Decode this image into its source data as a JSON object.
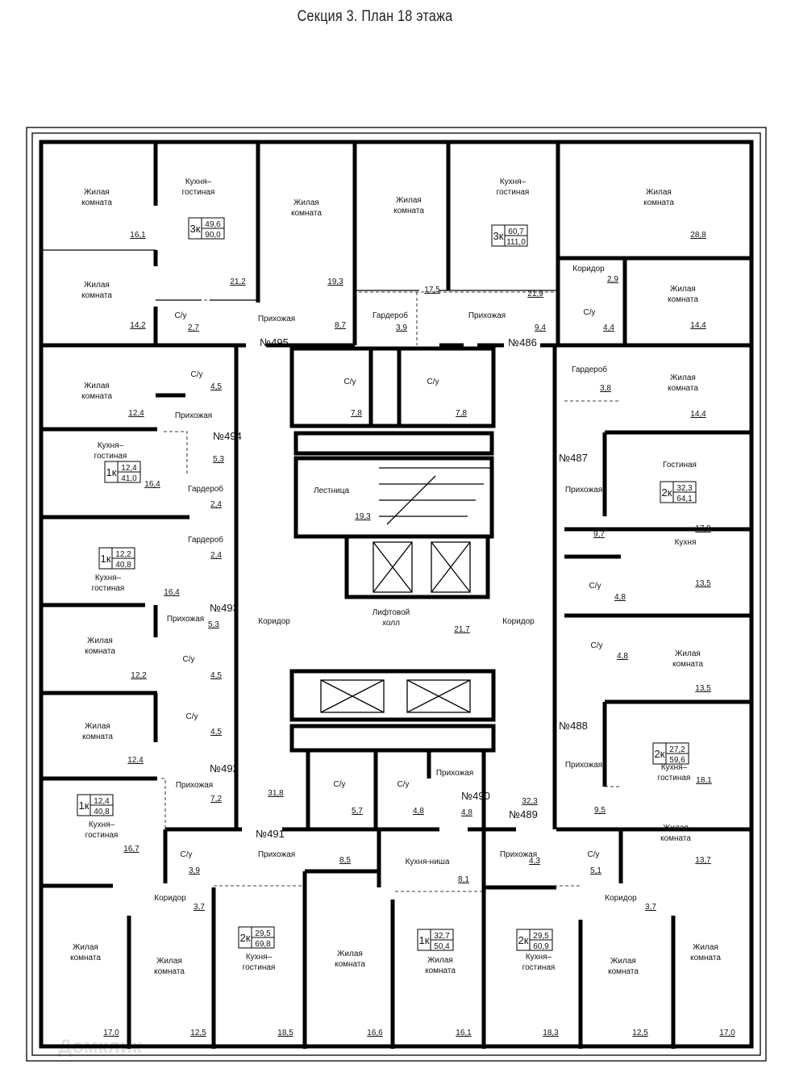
{
  "title": "Секция 3. План 18 этажа",
  "watermark": "Домклик",
  "rooms": [
    {
      "name": "Жилая комната",
      "area": "16,1"
    },
    {
      "name": "Кухня-гостиная",
      "area": "21,2"
    },
    {
      "name": "Жилая комната",
      "area": "19,3"
    },
    {
      "name": "Жилая комната",
      "area": "14,2"
    },
    {
      "name": "С/у",
      "area": "2,7"
    },
    {
      "name": "Прихожая",
      "area": "8,7"
    },
    {
      "name": "Жилая комната",
      "area": "17,5"
    },
    {
      "name": "Кухня-гостиная",
      "area": "21,9"
    },
    {
      "name": "Жилая комната",
      "area": "28,8"
    },
    {
      "name": "Коридор",
      "area": "2,9"
    },
    {
      "name": "Жилая комната",
      "area": "14,4"
    },
    {
      "name": "Гардероб",
      "area": "3,9"
    },
    {
      "name": "Прихожая",
      "area": "9,4"
    },
    {
      "name": "С/у",
      "area": "4,4"
    },
    {
      "name": "С/у",
      "area": "4,5"
    },
    {
      "name": "Жилая комната",
      "area": "12,4"
    },
    {
      "name": "Прихожая",
      "area": "5,3"
    },
    {
      "name": "Кухня-гостиная",
      "area": "16,4"
    },
    {
      "name": "Гардероб",
      "area": "2,4"
    },
    {
      "name": "Гардероб",
      "area": "2,4"
    },
    {
      "name": "Кухня-гостиная",
      "area": "16,4"
    },
    {
      "name": "Прихожая",
      "area": "5,3"
    },
    {
      "name": "Жилая комната",
      "area": "12,2"
    },
    {
      "name": "С/у",
      "area": "4,5"
    },
    {
      "name": "Жилая комната",
      "area": "12,4"
    },
    {
      "name": "С/у",
      "area": "4,5"
    },
    {
      "name": "Прихожая",
      "area": "7,2"
    },
    {
      "name": "Кухня-гостиная",
      "area": "16,7"
    },
    {
      "name": "",
      "area": "31,8"
    },
    {
      "name": "С/у",
      "area": "7,8"
    },
    {
      "name": "С/у",
      "area": "7,8"
    },
    {
      "name": "Лестница",
      "area": "19,3"
    },
    {
      "name": "Коридор",
      "area": ""
    },
    {
      "name": "Лифтовой холл",
      "area": "21,7"
    },
    {
      "name": "Коридор",
      "area": ""
    },
    {
      "name": "С/у",
      "area": "5,7"
    },
    {
      "name": "С/у",
      "area": "4,8"
    },
    {
      "name": "Прихожая",
      "area": "4,8"
    },
    {
      "name": "",
      "area": "32,3"
    },
    {
      "name": "Прихожая",
      "area": "8,5"
    },
    {
      "name": "Кухня-ниша",
      "area": "8,1"
    },
    {
      "name": "Прихожая",
      "area": "4,3"
    },
    {
      "name": "Гардероб",
      "area": "3,8"
    },
    {
      "name": "Жилая комната",
      "area": "14,4"
    },
    {
      "name": "Гостиная",
      "area": "17,9"
    },
    {
      "name": "Прихожая",
      "area": "9,7"
    },
    {
      "name": "Кухня",
      "area": "13,5"
    },
    {
      "name": "С/у",
      "area": "4,8"
    },
    {
      "name": "С/у",
      "area": "4,8"
    },
    {
      "name": "Жилая комната",
      "area": "13,5"
    },
    {
      "name": "Кухня-гостиная",
      "area": "18,1"
    },
    {
      "name": "Прихожая",
      "area": "9,5"
    },
    {
      "name": "Жилая комната",
      "area": "13,7"
    },
    {
      "name": "С/у",
      "area": "3,9"
    },
    {
      "name": "Коридор",
      "area": "3,7"
    },
    {
      "name": "Жилая комната",
      "area": "17,0"
    },
    {
      "name": "Жилая комната",
      "area": "12,5"
    },
    {
      "name": "Кухня-гостиная",
      "area": "18,5"
    },
    {
      "name": "Жилая комната",
      "area": "16,6"
    },
    {
      "name": "Жилая комната",
      "area": "16,1"
    },
    {
      "name": "Кухня-гостиная",
      "area": "18,3"
    },
    {
      "name": "С/у",
      "area": "5,1"
    },
    {
      "name": "Коридор",
      "area": "3,7"
    },
    {
      "name": "Жилая комната",
      "area": "12,5"
    },
    {
      "name": "Жилая комната",
      "area": "17,0"
    }
  ],
  "apartment_numbers": [
    "№495",
    "№486",
    "№494",
    "№493",
    "№492",
    "№491",
    "№490",
    "№489",
    "№487",
    "№488"
  ],
  "apartment_badges": [
    {
      "type": "3к",
      "living": "49,6",
      "total": "90,0"
    },
    {
      "type": "3к",
      "living": "60,7",
      "total": "111,0"
    },
    {
      "type": "1к",
      "living": "12,4",
      "total": "41,0"
    },
    {
      "type": "1к",
      "living": "12,2",
      "total": "40,8"
    },
    {
      "type": "1к",
      "living": "12,4",
      "total": "40,8"
    },
    {
      "type": "2к",
      "living": "32,3",
      "total": "64,1"
    },
    {
      "type": "2к",
      "living": "27,2",
      "total": "59,6"
    },
    {
      "type": "2к",
      "living": "29,5",
      "total": "69,8"
    },
    {
      "type": "1к",
      "living": "32,7",
      "total": "50,4"
    },
    {
      "type": "2к",
      "living": "29,5",
      "total": "60,9"
    }
  ]
}
